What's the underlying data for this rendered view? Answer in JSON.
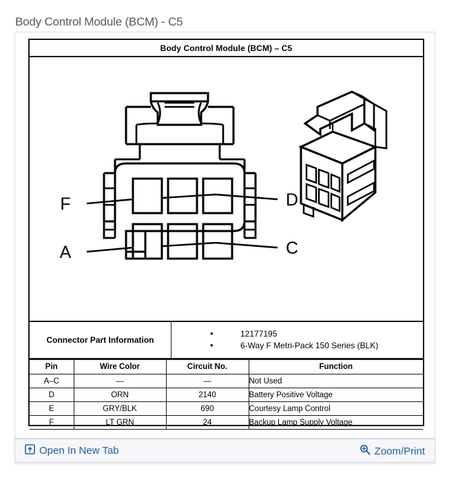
{
  "page": {
    "title": "Body Control Module (BCM) - C5"
  },
  "diagram": {
    "header": "Body Control Module (BCM) – C5",
    "pin_labels": {
      "top_left": "F",
      "top_right": "D",
      "bottom_left": "A",
      "bottom_right": "C"
    }
  },
  "connector_info": {
    "label": "Connector Part Information",
    "bullets": [
      "12177195",
      "6-Way F Metri-Pack 150 Series (BLK)"
    ]
  },
  "pin_table": {
    "headers": [
      "Pin",
      "Wire Color",
      "Circuit No.",
      "Function"
    ],
    "rows": [
      {
        "pin": "A–C",
        "wire_color": "—",
        "circuit_no": "—",
        "function": "Not Used"
      },
      {
        "pin": "D",
        "wire_color": "ORN",
        "circuit_no": "2140",
        "function": "Battery Positive Voltage"
      },
      {
        "pin": "E",
        "wire_color": "GRY/BLK",
        "circuit_no": "690",
        "function": "Courtesy Lamp Control"
      },
      {
        "pin": "F",
        "wire_color": "LT GRN",
        "circuit_no": "24",
        "function": "Backup Lamp Supply Voltage"
      }
    ]
  },
  "footer": {
    "open_new_tab": "Open In New Tab",
    "zoom_print": "Zoom/Print",
    "open_new_tab_icon": "external-link-icon",
    "zoom_print_icon": "magnifier-plus-icon",
    "link_color": "#2a6099"
  }
}
